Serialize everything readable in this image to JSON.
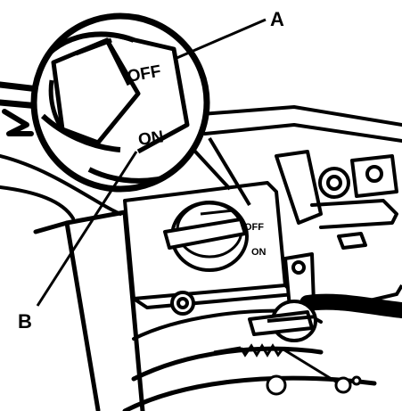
{
  "callouts": {
    "a": "A",
    "b": "B"
  },
  "switch_markings": {
    "off": "OFF",
    "on": "ON"
  },
  "colors": {
    "ink": "#000000",
    "paper": "#ffffff"
  }
}
